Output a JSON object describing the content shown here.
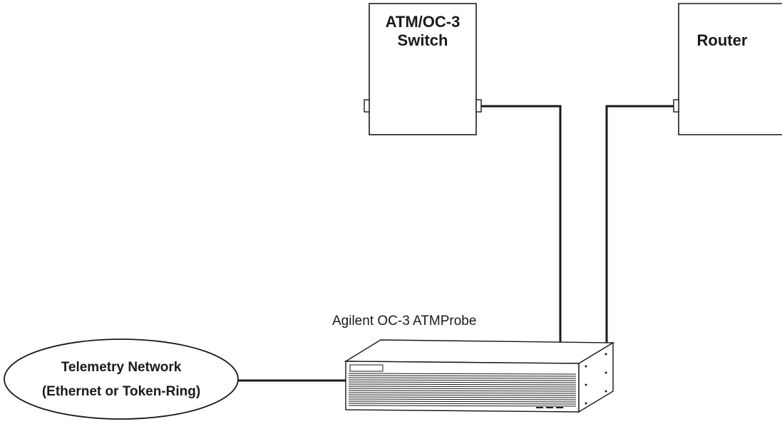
{
  "switch": {
    "line1": "ATM/OC-3",
    "line2": "Switch"
  },
  "router": {
    "label": "Router"
  },
  "probe": {
    "label": "Agilent OC-3 ATMProbe"
  },
  "telemetry": {
    "line1": "Telemetry Network",
    "line2": "(Ethernet or Token-Ring)"
  },
  "colors": {
    "stroke": "#1a1a1a",
    "background": "#ffffff"
  }
}
